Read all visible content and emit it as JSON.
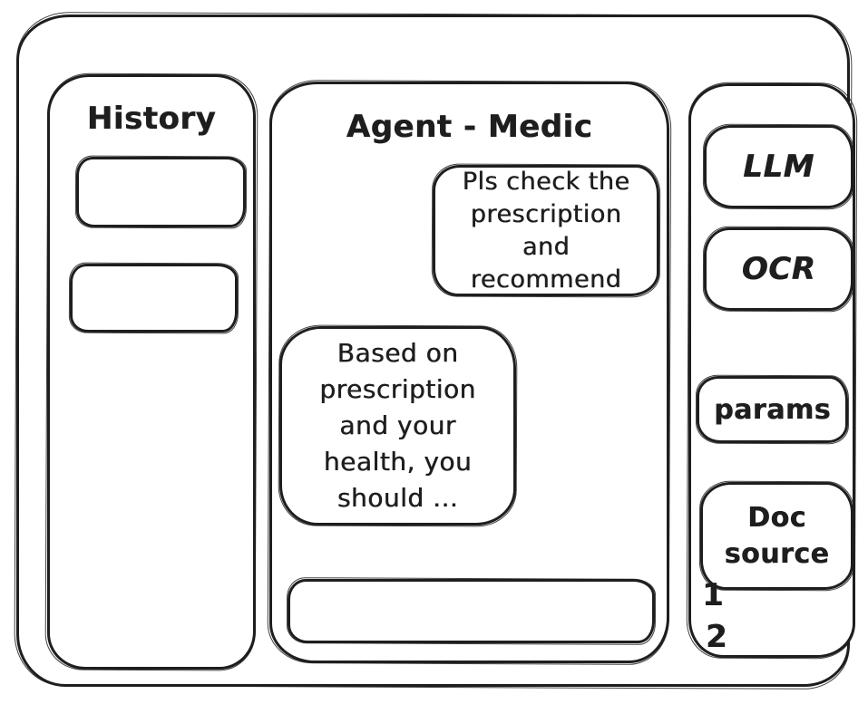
{
  "colors": {
    "ink": "#1e1e1e",
    "background": "#ffffff"
  },
  "history_panel": {
    "title": "History",
    "item_count": 2
  },
  "chat_panel": {
    "title": "Agent - Medic",
    "user_message": "Pls check the prescription and recommend",
    "assistant_message": "Based on prescription and your health, you should ...",
    "input_value": ""
  },
  "tools_panel": {
    "llm_label": "LLM",
    "ocr_label": "OCR",
    "params_label": "params",
    "doc_source_label": "Doc source",
    "doc_items": [
      "1",
      "2"
    ]
  }
}
